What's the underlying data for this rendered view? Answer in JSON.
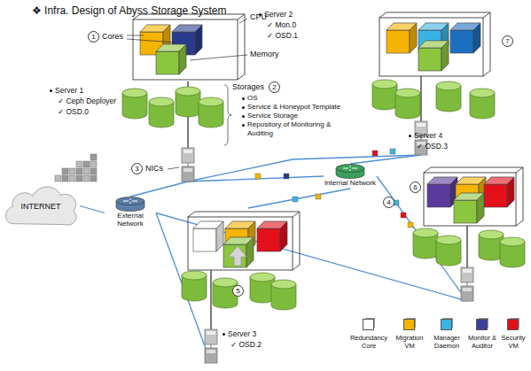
{
  "diagram": {
    "title": "❖ Infra. Design of Abyss Storage System",
    "nodes": [
      {
        "text": [
          "INTERNET"
        ]
      },
      {
        "text": [
          "External Network"
        ]
      },
      {
        "text": [
          "Server 1",
          "✓ Ceph Deployer",
          "✓ OSD.0"
        ]
      },
      {
        "text": [
          "Server 2",
          "✓ Mon.0",
          "✓ OSD.1"
        ]
      },
      {
        "text": [
          "Internal Network"
        ]
      },
      {
        "text": [
          "Server 3",
          "✓ OSD.2"
        ]
      },
      {
        "text": [
          "Server 4",
          "✓ OSD.3"
        ]
      }
    ],
    "edges": [
      {
        "from": 0,
        "to": 1,
        "arrow": "none"
      },
      {
        "from": 1,
        "to": 2,
        "arrow": "none"
      },
      {
        "from": 1,
        "to": 5,
        "arrow": "none"
      },
      {
        "from": 1,
        "to": 6,
        "arrow": "none"
      },
      {
        "from": 2,
        "to": 4,
        "arrow": "none"
      },
      {
        "from": 2,
        "to": 3,
        "arrow": "none"
      },
      {
        "from": 4,
        "to": 3,
        "arrow": "none"
      },
      {
        "from": 5,
        "to": 4,
        "arrow": "none"
      },
      {
        "from": 4,
        "to": 6,
        "arrow": "none"
      }
    ],
    "labels": [
      "1",
      "Cores",
      "CPU",
      "Memory",
      "2",
      "Storages",
      "OS",
      "Service & Honeypot Template",
      "Service Storage",
      "Repository of Monitoring & Auditing",
      "3",
      "NICs",
      "4",
      "5",
      "6",
      "7"
    ],
    "legend": [
      {
        "text": "Redundancy Core",
        "color": "#ffffff"
      },
      {
        "text": "Migration VM",
        "color": "#f5b400"
      },
      {
        "text": "Manager Daemon",
        "color": "#39b3e6"
      },
      {
        "text": "Monitor & Auditor",
        "color": "#3b3f9e"
      },
      {
        "text": "Security VM",
        "color": "#e3101a"
      }
    ]
  }
}
